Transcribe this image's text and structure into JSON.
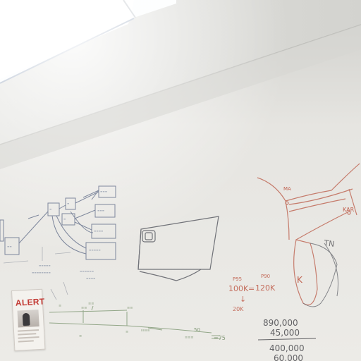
{
  "scene": {
    "description_kind": "photo of a whiteboard wall under ceiling lights"
  },
  "poster": {
    "title": "ALERT"
  },
  "red_notes": {
    "left_value": "P95",
    "left_amount": "100K",
    "relation": "=",
    "right_value": "P90",
    "right_amount": "120K",
    "arrow": "↓",
    "result": "20K"
  },
  "map_notes": {
    "top_label": "MA",
    "right_label": "KAR",
    "state_label": "TN",
    "region_label": "K"
  },
  "math": {
    "line1": "890,000",
    "line2": "45,000",
    "line3": "400,000",
    "line4": "60,000"
  },
  "green_notes": {
    "value_a": "50",
    "equals": "=75"
  },
  "colors": {
    "wall": "#e9e8e4",
    "ceiling": "#dcdcd8",
    "light_panel": "#ffffff",
    "red_ink": "#c0604e",
    "green_ink": "#6e8a62",
    "blue_ink": "#5a6a88"
  }
}
